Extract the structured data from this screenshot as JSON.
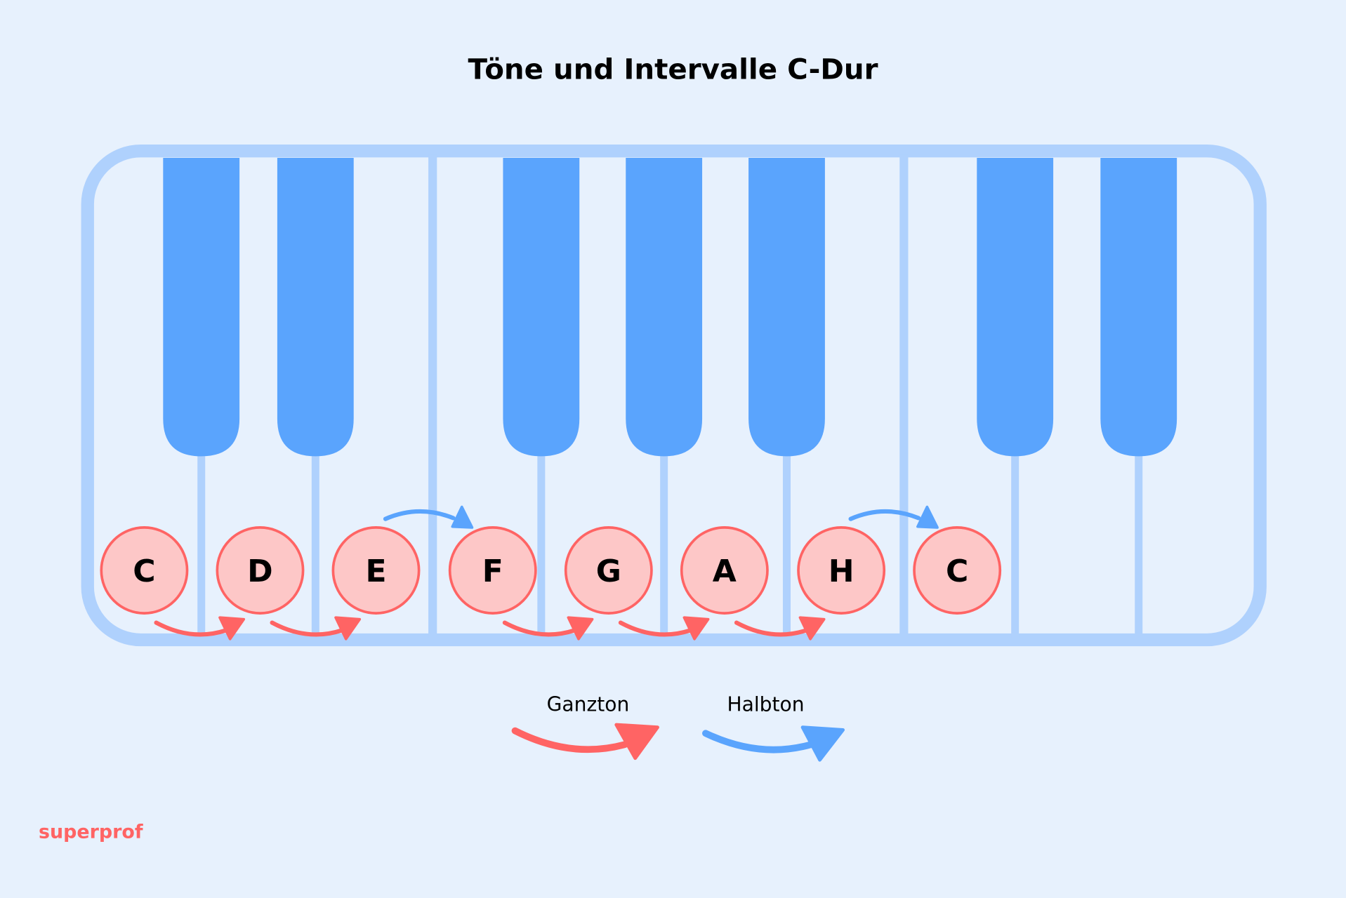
{
  "title": "Töne und Intervalle C-Dur",
  "notes": [
    "C",
    "D",
    "E",
    "F",
    "G",
    "A",
    "H",
    "C"
  ],
  "intervals": [
    {
      "from": "C",
      "to": "D",
      "type": "Ganzton"
    },
    {
      "from": "D",
      "to": "E",
      "type": "Ganzton"
    },
    {
      "from": "E",
      "to": "F",
      "type": "Halbton"
    },
    {
      "from": "F",
      "to": "G",
      "type": "Ganzton"
    },
    {
      "from": "G",
      "to": "A",
      "type": "Ganzton"
    },
    {
      "from": "A",
      "to": "H",
      "type": "Ganzton"
    },
    {
      "from": "H",
      "to": "C",
      "type": "Halbton"
    }
  ],
  "legend": {
    "whole_step": "Ganzton",
    "half_step": "Halbton"
  },
  "logo": "superprof",
  "colors": {
    "background": "#e7f1fd",
    "frame": "#afd1fd",
    "black_key": "#5aa4fd",
    "note_fill": "#fdc7c7",
    "note_stroke": "#ff6464",
    "whole_step": "#ff6464",
    "half_step": "#5aa4fd"
  }
}
